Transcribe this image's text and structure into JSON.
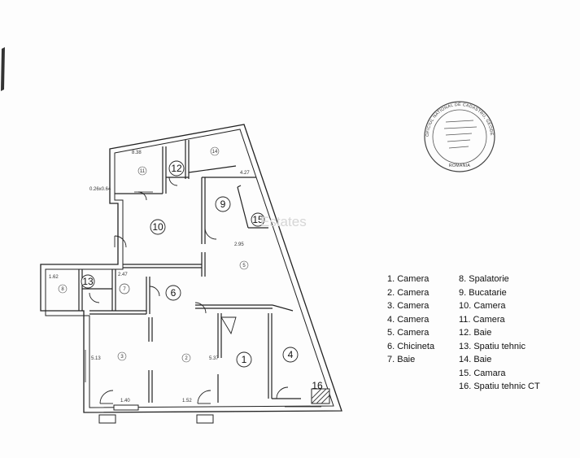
{
  "plan": {
    "room_numbers": [
      "1",
      "2",
      "3",
      "4",
      "5",
      "6",
      "7",
      "8",
      "9",
      "10",
      "11",
      "12",
      "13",
      "14",
      "15",
      "16"
    ],
    "dimensions": [
      "8.38",
      "2.47",
      "1.62",
      "2.95",
      "5.37",
      "5.13",
      "1.40",
      "1.52",
      "0.26x0.64",
      "4.27"
    ],
    "watermark": "Estates",
    "stamp_lines": [
      "OFICIUL NATIONAL DE CADASTRU, GEODEZIE SI CARTOGRAFIE",
      "ROMANIA"
    ]
  },
  "legend": {
    "items": [
      "1. Camera",
      "2. Camera",
      "3. Camera",
      "4. Camera",
      "5. Camera",
      "6. Chicineta",
      "7. Baie",
      "8. Spalatorie",
      "9. Bucatarie",
      "10. Camera",
      "11. Camera",
      "12. Baie",
      "13. Spatiu tehnic",
      "14. Baie",
      "15. Camara",
      "16. Spatiu tehnic CT"
    ]
  }
}
